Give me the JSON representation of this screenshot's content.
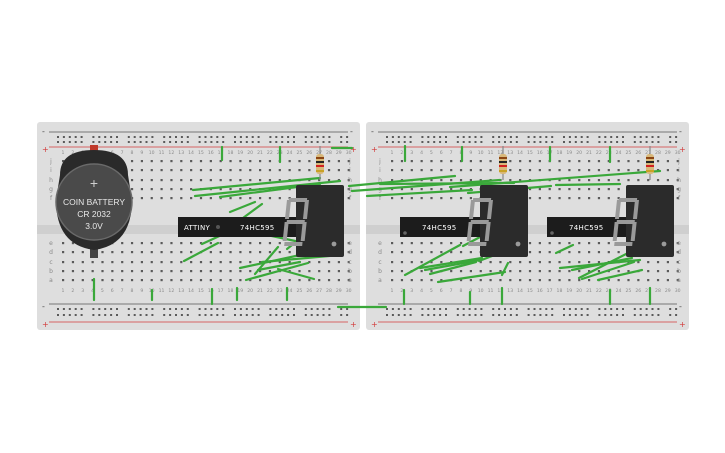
{
  "battery": {
    "plus_symbol": "+",
    "line1": "COIN BATTERY",
    "line2": "CR 2032",
    "line3": "3.0V"
  },
  "chips": {
    "mcu_label": "ATTINY",
    "shift_label": "74HC595"
  },
  "rails": {
    "plus": "+",
    "minus": "-"
  },
  "row_letters_upper": [
    "j",
    "i",
    "h",
    "g",
    "f"
  ],
  "row_letters_lower": [
    "e",
    "d",
    "c",
    "b",
    "a"
  ],
  "column_numbers": [
    "1",
    "2",
    "3",
    "4",
    "5",
    "6",
    "7",
    "8",
    "9",
    "10",
    "11",
    "12",
    "13",
    "14",
    "15",
    "16",
    "17",
    "18",
    "19",
    "20",
    "21",
    "22",
    "23",
    "24",
    "25",
    "26",
    "27",
    "28",
    "29",
    "30"
  ],
  "colors": {
    "board": "#dedede",
    "rail_red": "#d33b3b",
    "rail_black": "#555555",
    "wire_green": "#3aa83a",
    "chip_black": "#1c1c1c",
    "display_body": "#2b2b2b",
    "segment_gray": "#9a9a9a",
    "hole": "#5a5a5a"
  }
}
